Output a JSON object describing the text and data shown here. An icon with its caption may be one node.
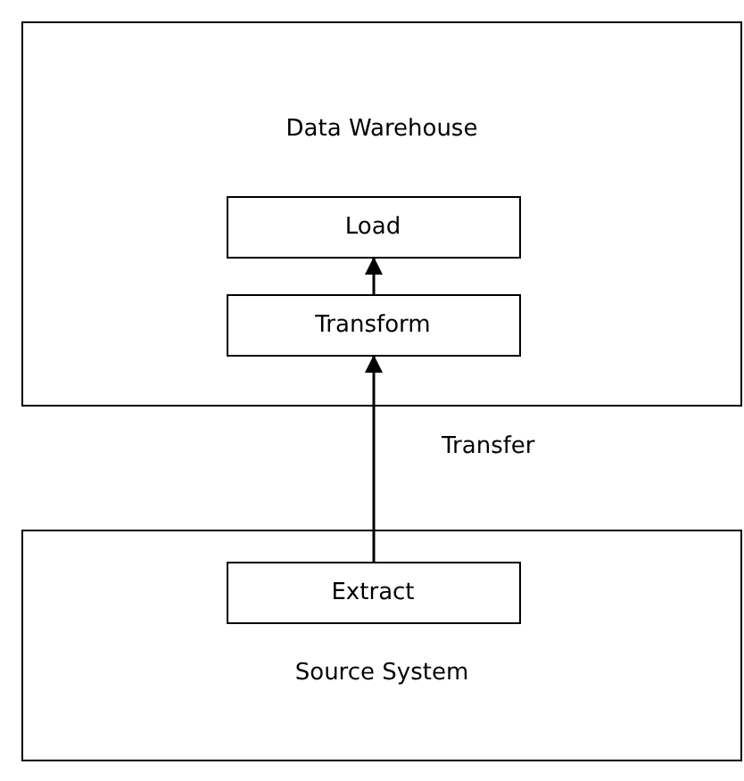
{
  "diagram": {
    "nodes": [
      {
        "text": [
          "Data Warehouse"
        ]
      },
      {
        "text": [
          "Load"
        ],
        "in": 0
      },
      {
        "text": [
          "Transform"
        ],
        "in": 0
      },
      {
        "text": [
          "Source System"
        ]
      },
      {
        "text": [
          "Extract"
        ],
        "in": 3
      }
    ],
    "edges": [
      {
        "from": 2,
        "to": 1,
        "arrow": "to"
      },
      {
        "from": 4,
        "to": 2,
        "arrow": "to",
        "label": "Transfer"
      }
    ]
  }
}
